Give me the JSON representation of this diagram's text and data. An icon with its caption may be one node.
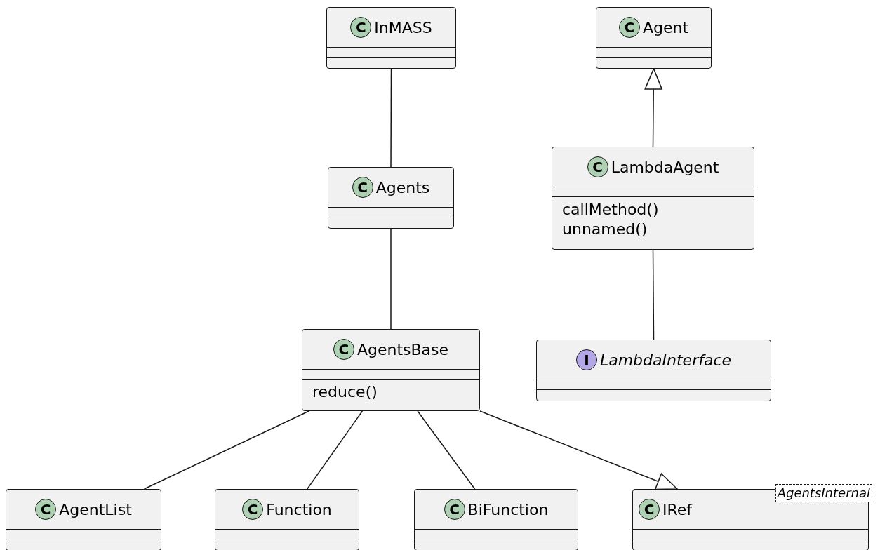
{
  "diagram": {
    "nodes": [
      {
        "text": [
          "C",
          "InMASS"
        ]
      },
      {
        "text": [
          "C",
          "Agent"
        ]
      },
      {
        "text": [
          "C",
          "Agents"
        ]
      },
      {
        "text": [
          "C",
          "LambdaAgent",
          "callMethod()",
          "unnamed()"
        ]
      },
      {
        "text": [
          "C",
          "AgentsBase",
          "reduce()"
        ]
      },
      {
        "text": [
          "I",
          "LambdaInterface"
        ]
      },
      {
        "text": [
          "C",
          "AgentList"
        ]
      },
      {
        "text": [
          "C",
          "Function"
        ]
      },
      {
        "text": [
          "C",
          "BiFunction"
        ]
      },
      {
        "text": [
          "C",
          "IRef",
          "AgentsInternal"
        ]
      }
    ],
    "edges": [
      {
        "from": 0,
        "to": 2,
        "arrow": "none"
      },
      {
        "from": 3,
        "to": 1,
        "arrow": "to"
      },
      {
        "from": 2,
        "to": 4,
        "arrow": "none"
      },
      {
        "from": 3,
        "to": 5,
        "arrow": "none"
      },
      {
        "from": 4,
        "to": 6,
        "arrow": "none"
      },
      {
        "from": 4,
        "to": 7,
        "arrow": "none"
      },
      {
        "from": 4,
        "to": 8,
        "arrow": "none"
      },
      {
        "from": 4,
        "to": 9,
        "arrow": "to"
      }
    ]
  }
}
